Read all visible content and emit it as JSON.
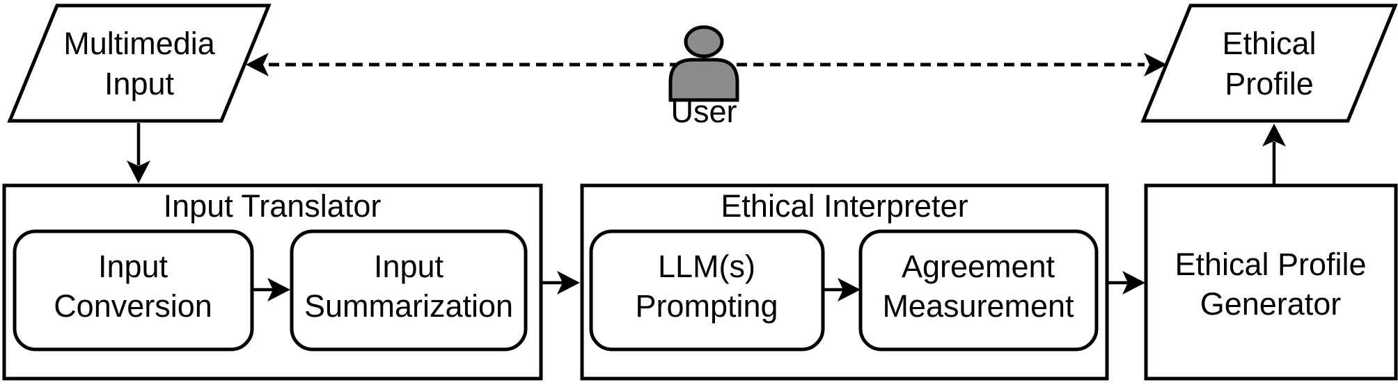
{
  "diagram": {
    "type": "flowchart",
    "colors": {
      "stroke": "#000000",
      "background": "#ffffff",
      "user_icon_fill": "#8c8c8c"
    },
    "nodes": {
      "multimedia_input": {
        "line1": "Multimedia",
        "line2": "Input",
        "shape": "parallelogram"
      },
      "user": {
        "label": "User",
        "icon": "person-icon"
      },
      "ethical_profile": {
        "line1": "Ethical",
        "line2": "Profile",
        "shape": "parallelogram"
      },
      "input_translator": {
        "title": "Input Translator",
        "shape": "rectangle"
      },
      "input_conversion": {
        "line1": "Input",
        "line2": "Conversion",
        "shape": "rounded-rectangle"
      },
      "input_summarization": {
        "line1": "Input",
        "line2": "Summarization",
        "shape": "rounded-rectangle"
      },
      "ethical_interpreter": {
        "title": "Ethical Interpreter",
        "shape": "rectangle"
      },
      "llm_prompting": {
        "line1": "LLM(s)",
        "line2": "Prompting",
        "shape": "rounded-rectangle"
      },
      "agreement_measurement": {
        "line1": "Agreement",
        "line2": "Measurement",
        "shape": "rounded-rectangle"
      },
      "ethical_profile_generator": {
        "line1": "Ethical Profile",
        "line2": "Generator",
        "shape": "rectangle"
      }
    },
    "edges": [
      {
        "from": "user",
        "to": "multimedia_input",
        "style": "dashed"
      },
      {
        "from": "user",
        "to": "ethical_profile",
        "style": "dashed"
      },
      {
        "from": "multimedia_input",
        "to": "input_translator",
        "style": "solid"
      },
      {
        "from": "input_conversion",
        "to": "input_summarization",
        "style": "solid"
      },
      {
        "from": "input_translator",
        "to": "ethical_interpreter",
        "style": "solid"
      },
      {
        "from": "llm_prompting",
        "to": "agreement_measurement",
        "style": "solid"
      },
      {
        "from": "ethical_interpreter",
        "to": "ethical_profile_generator",
        "style": "solid"
      },
      {
        "from": "ethical_profile_generator",
        "to": "ethical_profile",
        "style": "solid"
      }
    ]
  }
}
